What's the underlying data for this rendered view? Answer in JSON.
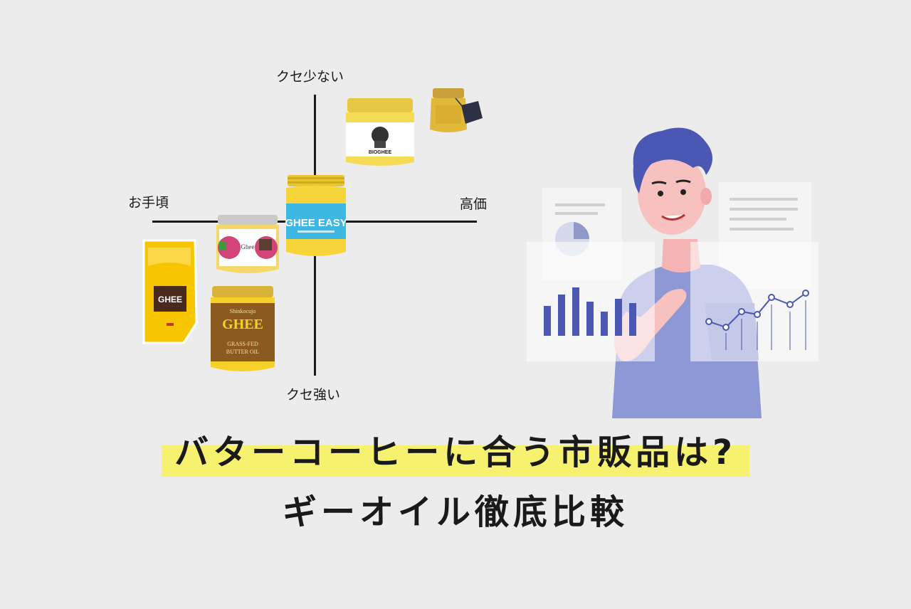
{
  "map": {
    "label_top": "クセ少ない",
    "label_bottom": "クセ強い",
    "label_left": "お手頃",
    "label_right": "高価"
  },
  "products": {
    "ghee_easy": {
      "label": "GHEE EASY"
    },
    "bioghee": {
      "label": "BIOGHEE"
    },
    "organic": {
      "label": "Ghee"
    },
    "pouch": {
      "label": "GHEE"
    },
    "shinkoku": {
      "brand": "Shinkocujo",
      "label": "GHEE",
      "sub1": "GRASS-FED",
      "sub2": "BUTTER OIL"
    }
  },
  "headline": {
    "line1": "バターコーヒーに合う市販品は?",
    "line2": "ギーオイル徹底比較"
  },
  "colors": {
    "background": "#ececec",
    "highlight": "#f7f170",
    "ghee_easy_blue": "#3db8e2",
    "ghee_yellow": "#f6d12a",
    "chart_blue": "#4a57b3"
  }
}
